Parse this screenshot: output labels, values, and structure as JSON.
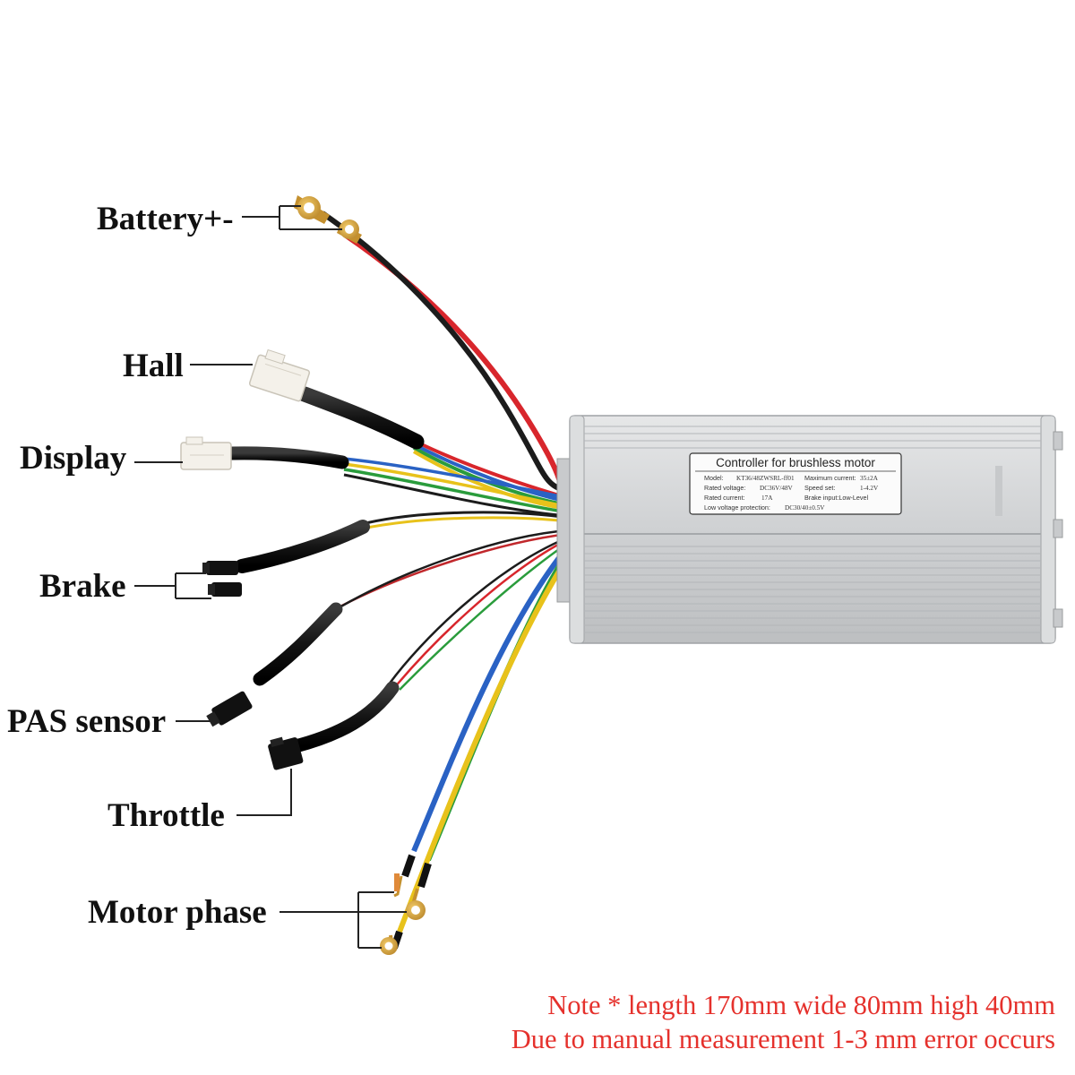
{
  "labels": {
    "battery": "Battery+-",
    "hall": "Hall",
    "display": "Display",
    "brake": "Brake",
    "pas": "PAS sensor",
    "throttle": "Throttle",
    "motor": "Motor phase"
  },
  "plate": {
    "title": "Controller for brushless motor",
    "model_label": "Model:",
    "model_value": "KT36/48ZWSRL-ff01",
    "max_current_label": "Maximum current:",
    "max_current_value": "35±2A",
    "rated_voltage_label": "Rated voltage:",
    "rated_voltage_value": "DC36V/48V",
    "speed_set_label": "Speed set:",
    "speed_set_value": "1-4.2V",
    "rated_current_label": "Rated current:",
    "rated_current_value": "17A",
    "brake_input_label": "Brake input:Low-Level",
    "low_voltage_label": "Low voltage protection:",
    "low_voltage_value": "DC30/40±0.5V"
  },
  "note": {
    "line1": "Note * length 170mm wide  80mm high 40mm",
    "line2": "Due to manual measurement   1-3 mm error occurs"
  },
  "colors": {
    "note_text": "#e5312c",
    "wire_red": "#d8262c",
    "wire_black": "#1c1c1c",
    "wire_yellow": "#e8c21b",
    "wire_green": "#2a9c3c",
    "wire_blue": "#2a62c4",
    "housing": "#d4d6d8"
  }
}
